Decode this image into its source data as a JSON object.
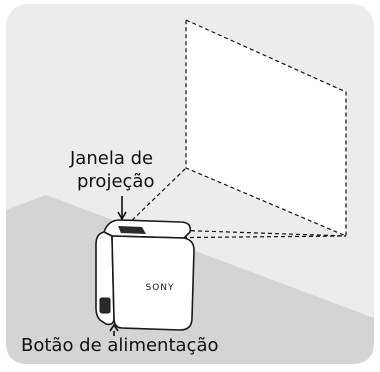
{
  "labels": {
    "projection_window_line1": "Janela de",
    "projection_window_line2": "projeção",
    "power_button": "Botão de alimentação"
  },
  "device": {
    "brand": "SONY"
  },
  "colors": {
    "wall": "#ececec",
    "floor": "#d4d4d4",
    "device_body": "#ffffff",
    "device_outline": "#1a1a1a",
    "projection_window": "#2a2a2a",
    "dashed_lines": "#111111",
    "text": "#111111"
  }
}
